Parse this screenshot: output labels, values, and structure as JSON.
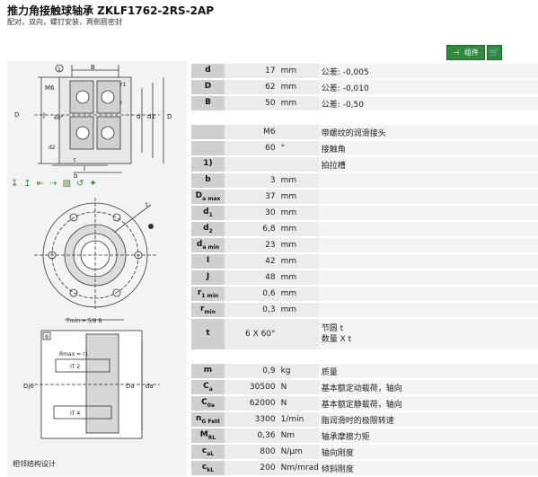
{
  "header": {
    "title": "推力角接触球轴承  ZKLF1762-2RS-2AP",
    "subtitle": "配对，双向，螺钉安装，两侧唇密封"
  },
  "buttons": {
    "component_label": "组件"
  },
  "footnote": "相邻结构设计",
  "icons": {
    "component": "component-icon",
    "cart": "cart-icon"
  },
  "groups": [
    [
      {
        "sym": "d",
        "sub": "",
        "value": "17",
        "unit": "mm",
        "desc": "公差: -0,005"
      },
      {
        "sym": "D",
        "sub": "",
        "value": "62",
        "unit": "mm",
        "desc": "公差: -0,010"
      },
      {
        "sym": "B",
        "sub": "",
        "value": "50",
        "unit": "mm",
        "desc": "公差: -0,50"
      }
    ],
    [
      {
        "sym": "",
        "sub": "",
        "value": "M6",
        "unit": "",
        "desc": "带螺纹的润滑接头"
      },
      {
        "sym": "",
        "sub": "",
        "value": "60",
        "unit": "°",
        "desc": "接触角"
      },
      {
        "sym": "1)",
        "sub": "",
        "value": "",
        "unit": "",
        "desc": "拍拉槽"
      },
      {
        "sym": "b",
        "sub": "",
        "value": "3",
        "unit": "mm",
        "desc": ""
      },
      {
        "sym": "D",
        "sub": "a max",
        "value": "37",
        "unit": "mm",
        "desc": ""
      },
      {
        "sym": "d",
        "sub": "1",
        "value": "30",
        "unit": "mm",
        "desc": ""
      },
      {
        "sym": "d",
        "sub": "2",
        "value": "6,8",
        "unit": "mm",
        "desc": ""
      },
      {
        "sym": "d",
        "sub": "a min",
        "value": "23",
        "unit": "mm",
        "desc": ""
      },
      {
        "sym": "I",
        "sub": "",
        "value": "42",
        "unit": "mm",
        "desc": ""
      },
      {
        "sym": "J",
        "sub": "",
        "value": "48",
        "unit": "mm",
        "desc": ""
      },
      {
        "sym": "r",
        "sub": "1 min",
        "value": "0,6",
        "unit": "mm",
        "desc": ""
      },
      {
        "sym": "r",
        "sub": "min",
        "value": "0,3",
        "unit": "mm",
        "desc": ""
      },
      {
        "sym": "t",
        "sub": "",
        "value": "6 X 60°",
        "unit": "",
        "desc": "节圆 t",
        "desc2": "数量 X t",
        "tall": true
      }
    ],
    [
      {
        "sym": "m",
        "sub": "",
        "value": "0,9",
        "unit": "kg",
        "desc": "质量"
      },
      {
        "sym": "C",
        "sub": "a",
        "value": "30500",
        "unit": "N",
        "desc": "基本额定动载荷，轴向"
      },
      {
        "sym": "C",
        "sub": "0a",
        "value": "62000",
        "unit": "N",
        "desc": "基本额定静载荷，轴向"
      },
      {
        "sym": "n",
        "sub": "G Fett",
        "value": "3300",
        "unit": "1/min",
        "desc": "脂润滑时的极限转速"
      },
      {
        "sym": "M",
        "sub": "RL",
        "value": "0,36",
        "unit": "Nm",
        "desc": "轴承摩擦力矩"
      },
      {
        "sym": "c",
        "sub": "aL",
        "value": "800",
        "unit": "N/µm",
        "desc": "轴向刚度"
      },
      {
        "sym": "c",
        "sub": "kL",
        "value": "200",
        "unit": "Nm/mrad",
        "desc": "倾斜刚度"
      }
    ]
  ],
  "diagram_labels": {
    "B": "B",
    "M6": "M6",
    "r1": "r1",
    "r": "r",
    "D": "D",
    "J": "J",
    "d": "d",
    "d1": "d1",
    "angle": "60°",
    "d2": "d2",
    "I": "I",
    "b": "b",
    "t": "t",
    "tmin": "Tmin = 5/8 B",
    "rmax": "Rmax = r1",
    "it2": "IT 2",
    "it4": "IT 4",
    "a": "A",
    "bref": "B",
    "Dj6": "Dj6",
    "Da": "Da",
    "da": "da",
    "one": "1"
  }
}
